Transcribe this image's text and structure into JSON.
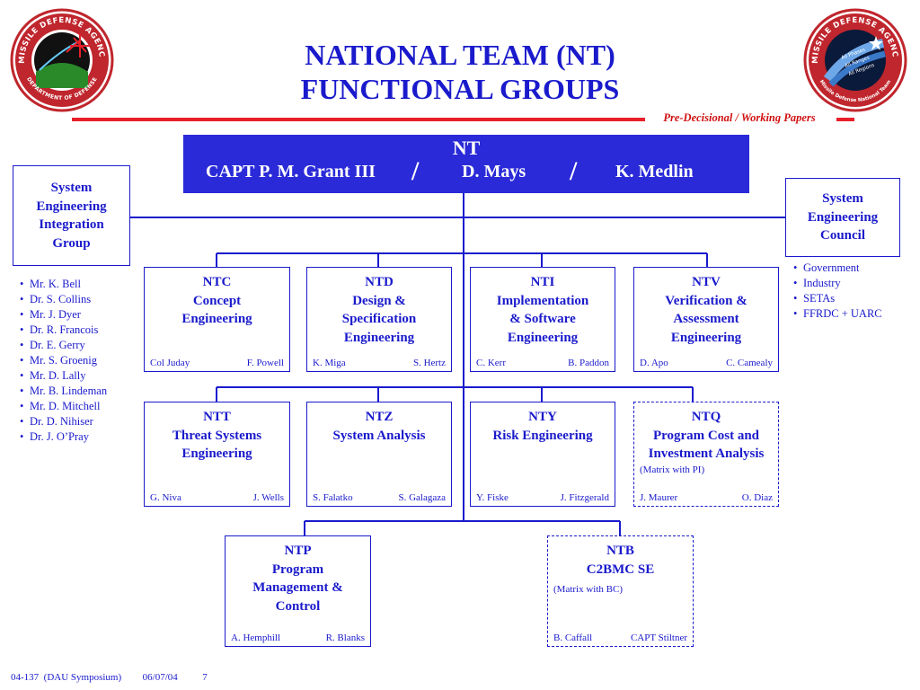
{
  "title": {
    "line1": "NATIONAL TEAM (NT)",
    "line2": "FUNCTIONAL GROUPS"
  },
  "marking": "Pre-Decisional / Working Papers",
  "logos": {
    "left": {
      "ring_text_top": "MISSILE DEFENSE AGENCY",
      "ring_text_bottom": "DEPARTMENT OF DEFENSE"
    },
    "right": {
      "ring_text_top": "MISSILE DEFENSE AGENCY",
      "ring_text_bottom": "Missile Defense National Team",
      "banner_lines": [
        "All Phases",
        "All Ranges",
        "All Regions"
      ]
    }
  },
  "nt": {
    "title": "NT",
    "leads": [
      "CAPT P. M. Grant III",
      "D. Mays",
      "K. Medlin"
    ]
  },
  "left_group": {
    "lines": [
      "System",
      "Engineering",
      "Integration",
      "Group"
    ],
    "members": [
      "Mr. K. Bell",
      "Dr. S. Collins",
      "Mr. J. Dyer",
      "Dr. R. Francois",
      "Dr. E. Gerry",
      "Mr. S. Groenig",
      "Mr. D. Lally",
      "Mr. B. Lindeman",
      "Mr. D. Mitchell",
      "Dr. D. Nihiser",
      "Dr. J. O’Pray"
    ]
  },
  "right_group": {
    "lines": [
      "System",
      "Engineering",
      "Council"
    ],
    "members": [
      "Government",
      "Industry",
      "SETAs",
      "FFRDC + UARC"
    ]
  },
  "row1": [
    {
      "lines": [
        "NTC",
        "Concept",
        "Engineering"
      ],
      "lead_left": "Col Juday",
      "lead_right": "F. Powell"
    },
    {
      "lines": [
        "NTD",
        "Design &",
        "Specification",
        "Engineering"
      ],
      "lead_left": "K. Miga",
      "lead_right": "S. Hertz"
    },
    {
      "lines": [
        "NTI",
        "Implementation",
        "& Software",
        "Engineering"
      ],
      "lead_left": "C. Kerr",
      "lead_right": "B. Paddon"
    },
    {
      "lines": [
        "NTV",
        "Verification &",
        "Assessment",
        "Engineering"
      ],
      "lead_left": "D. Apo",
      "lead_right": "C. Camealy"
    }
  ],
  "row2": [
    {
      "lines": [
        "NTT",
        "Threat Systems",
        "Engineering"
      ],
      "lead_left": "G. Niva",
      "lead_right": "J. Wells"
    },
    {
      "lines": [
        "NTZ",
        "System Analysis"
      ],
      "lead_left": "S. Falatko",
      "lead_right": "S. Galagaza"
    },
    {
      "lines": [
        "NTY",
        "Risk Engineering"
      ],
      "lead_left": "Y. Fiske",
      "lead_right": "J. Fitzgerald"
    },
    {
      "lines": [
        "NTQ",
        "Program Cost and",
        "Investment Analysis"
      ],
      "note": "(Matrix with PI)",
      "lead_left": "J. Maurer",
      "lead_right": "O. Diaz"
    }
  ],
  "row3": [
    {
      "lines": [
        "NTP",
        "Program",
        "Management &",
        "Control"
      ],
      "lead_left": "A. Hemphill",
      "lead_right": "R. Blanks"
    },
    {
      "lines": [
        "NTB",
        "C2BMC SE"
      ],
      "note": "(Matrix with BC)",
      "lead_left": "B. Caffall",
      "lead_right": "CAPT Stiltner"
    }
  ],
  "footer": {
    "id": "04-137",
    "event": "(DAU Symposium)",
    "date": "06/07/04",
    "page": "7"
  },
  "colors": {
    "accent_blue": "#1a1acc",
    "nt_fill": "#2a2ad8",
    "marking_red": "#d01010",
    "rule_red": "#e8202a"
  }
}
